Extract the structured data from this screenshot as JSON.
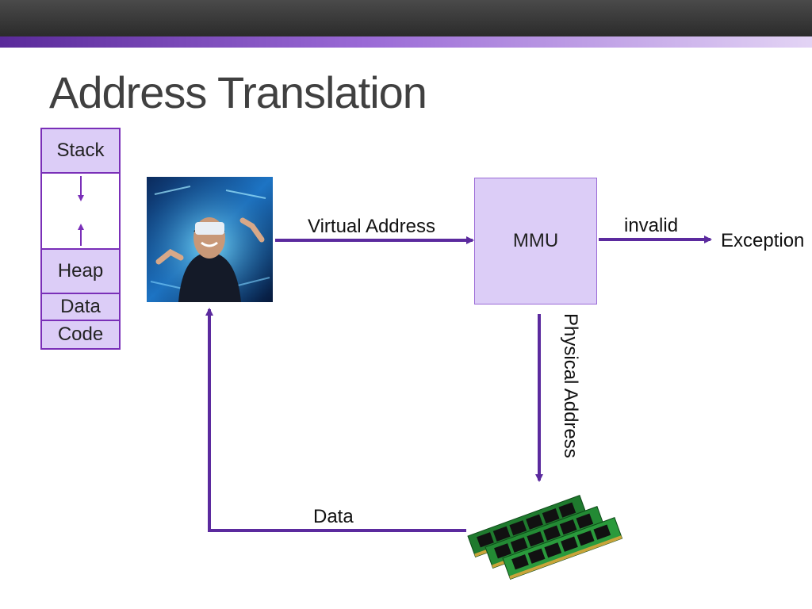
{
  "slide": {
    "title": "Address Translation"
  },
  "memory_layout": {
    "stack": "Stack",
    "heap": "Heap",
    "data": "Data",
    "code": "Code"
  },
  "diagram": {
    "virtual_address": "Virtual Address",
    "mmu": "MMU",
    "invalid": "invalid",
    "exception": "Exception",
    "physical_address": "Physical Address",
    "data": "Data"
  },
  "images": {
    "process": "person-vr-headset-image",
    "memory": "ram-modules-image"
  },
  "colors": {
    "accent": "#5b2a9e",
    "segment_fill": "#dccdf7",
    "segment_border": "#7a2fb8",
    "topbar": "#333333"
  }
}
